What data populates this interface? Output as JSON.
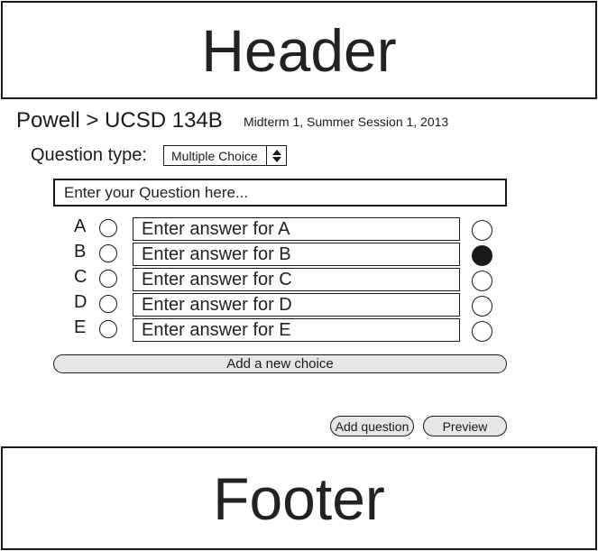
{
  "header": {
    "label": "Header"
  },
  "footer": {
    "label": "Footer"
  },
  "breadcrumb": {
    "text": "Powell > UCSD 134B"
  },
  "exam": {
    "subtitle": "Midterm 1, Summer Session 1, 2013"
  },
  "question_type": {
    "label": "Question type:",
    "selected": "Multiple Choice"
  },
  "question": {
    "placeholder": "Enter your Question here..."
  },
  "choices": [
    {
      "letter": "A",
      "placeholder": "Enter answer for A",
      "correct": false
    },
    {
      "letter": "B",
      "placeholder": "Enter answer for B",
      "correct": true
    },
    {
      "letter": "C",
      "placeholder": "Enter answer for C",
      "correct": false
    },
    {
      "letter": "D",
      "placeholder": "Enter answer for D",
      "correct": false
    },
    {
      "letter": "E",
      "placeholder": "Enter answer for E",
      "correct": false
    }
  ],
  "buttons": {
    "add_choice": "Add a new choice",
    "add_question": "Add question",
    "preview": "Preview"
  }
}
